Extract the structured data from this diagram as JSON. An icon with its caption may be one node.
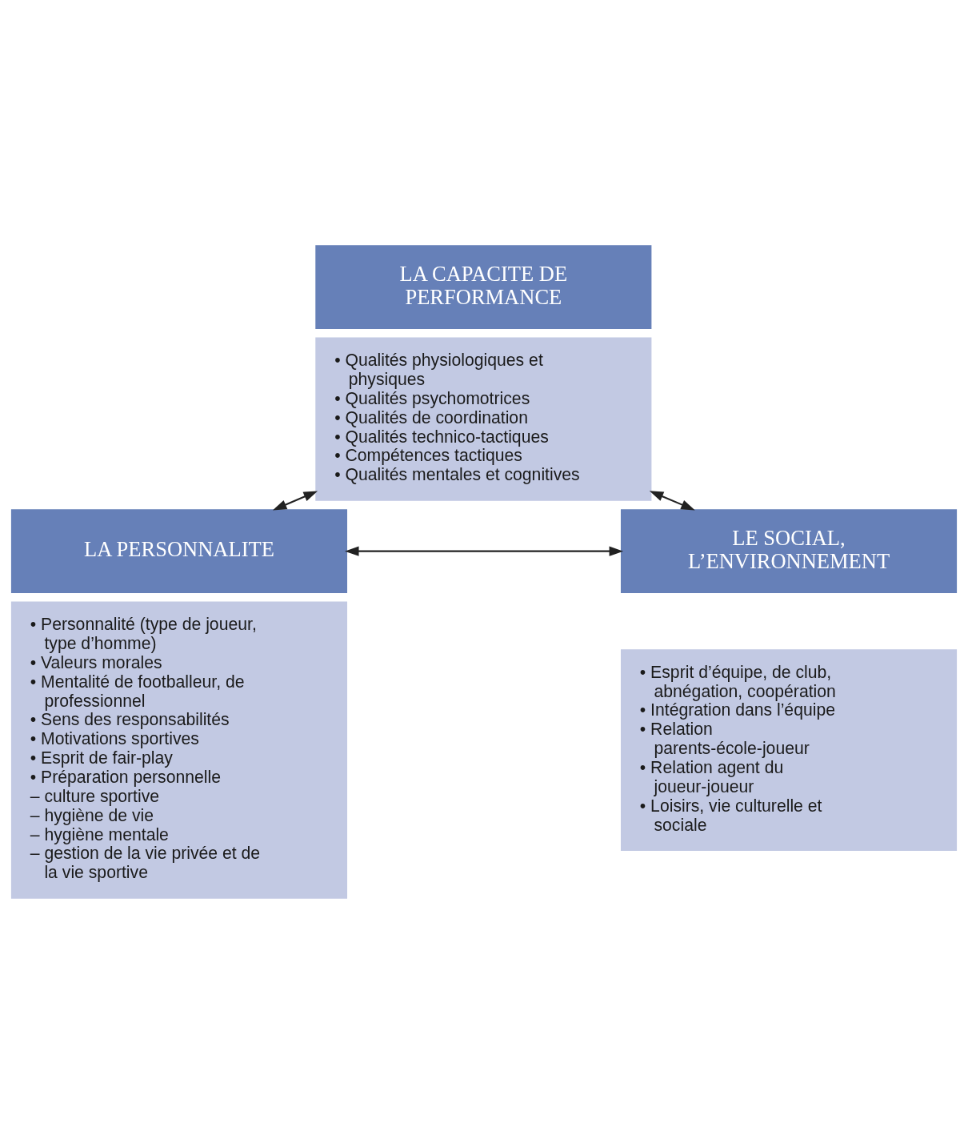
{
  "diagram": {
    "nodes": [
      {
        "text": [
          "LA CAPACITE DE PERFORMANCE"
        ]
      },
      {
        "text": [
          "• Qualités physiologiques et physiques",
          "• Qualités psychomotrices",
          "• Qualités de coordination",
          "• Qualités technico-tactiques",
          "• Compétences tactiques",
          "• Qualités mentales et cognitives"
        ]
      },
      {
        "text": [
          "LA PERSONNALITE"
        ]
      },
      {
        "text": [
          "• Personnalité (type de joueur, type d’homme)",
          "• Valeurs morales",
          "• Mentalité de footballeur, de professionnel",
          "• Sens des responsabilités",
          "• Motivations sportives",
          "• Esprit de fair-play",
          "• Préparation personnelle",
          "– culture sportive",
          "– hygiène de vie",
          "– hygiène mentale",
          "– gestion de la vie privée et de la vie sportive"
        ]
      },
      {
        "text": [
          "LE SOCIAL, L’ENVIRONNEMENT"
        ]
      },
      {
        "text": [
          "• Esprit d’équipe, de club, abnégation, coopération",
          "• Intégration dans l’équipe",
          "• Relation parents-école-joueur",
          "• Relation agent du joueur-joueur",
          "• Loisirs, vie culturelle et sociale"
        ]
      }
    ],
    "edges": [
      {
        "from": 1,
        "to": 2,
        "arrow": "both"
      },
      {
        "from": 1,
        "to": 4,
        "arrow": "both"
      },
      {
        "from": 2,
        "to": 4,
        "arrow": "both"
      }
    ]
  }
}
